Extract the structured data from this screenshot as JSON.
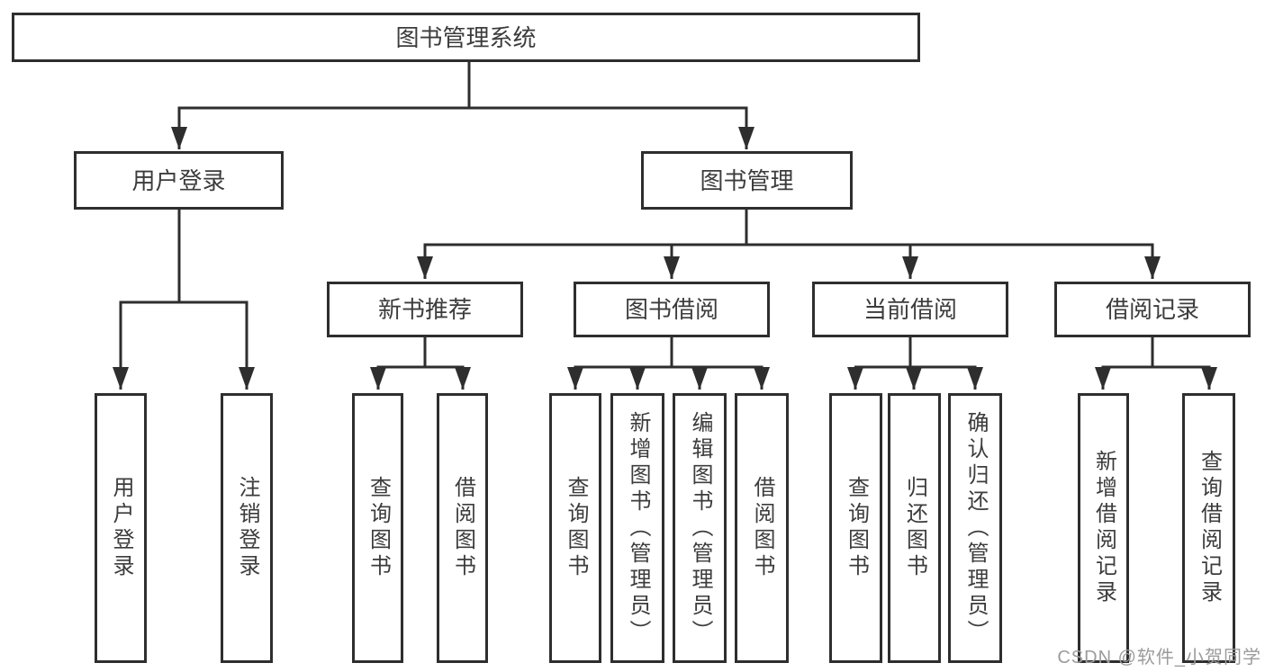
{
  "diagram": {
    "root": {
      "label": "图书管理系统"
    },
    "level1": [
      {
        "label": "用户登录",
        "children": [
          {
            "label": "用户登录"
          },
          {
            "label": "注销登录"
          }
        ]
      },
      {
        "label": "图书管理",
        "children": [
          {
            "label": "新书推荐",
            "children": [
              {
                "label": "查询图书"
              },
              {
                "label": "借阅图书"
              }
            ]
          },
          {
            "label": "图书借阅",
            "children": [
              {
                "label": "查询图书"
              },
              {
                "label": "新增图书（管理员）"
              },
              {
                "label": "编辑图书（管理员）"
              },
              {
                "label": "借阅图书"
              }
            ]
          },
          {
            "label": "当前借阅",
            "children": [
              {
                "label": "查询图书"
              },
              {
                "label": "归还图书"
              },
              {
                "label": "确认归还（管理员）"
              }
            ]
          },
          {
            "label": "借阅记录",
            "children": [
              {
                "label": "新增借阅记录"
              },
              {
                "label": "查询借阅记录"
              }
            ]
          }
        ]
      }
    ]
  },
  "watermark": {
    "text": "CSDN @软件_小贺同学"
  },
  "colors": {
    "line": "#2e2e2e",
    "text": "#3c3c3c",
    "watermark": "#9b9b9b",
    "background": "#ffffff"
  }
}
